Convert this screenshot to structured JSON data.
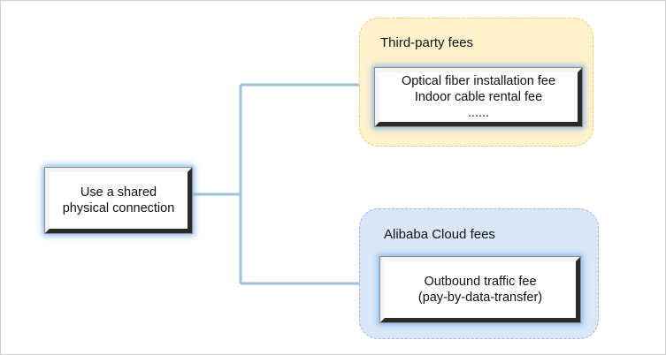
{
  "source_node": {
    "lines": [
      "Use a shared",
      "physical connection"
    ]
  },
  "groups": {
    "third_party": {
      "title": "Third-party fees",
      "items": [
        "Optical fiber installation fee",
        "Indoor cable rental fee",
        "......"
      ]
    },
    "alibaba": {
      "title": "Alibaba Cloud fees",
      "items": [
        "Outbound traffic fee",
        "(pay-by-data-transfer)"
      ]
    }
  },
  "colors": {
    "connector": "#9ec2dd",
    "third_party_fill": "#fff2cc",
    "third_party_border": "#f2cf6b",
    "alibaba_fill": "#dae7f6",
    "alibaba_border": "#9db8dc",
    "glow": "#78aff0"
  }
}
